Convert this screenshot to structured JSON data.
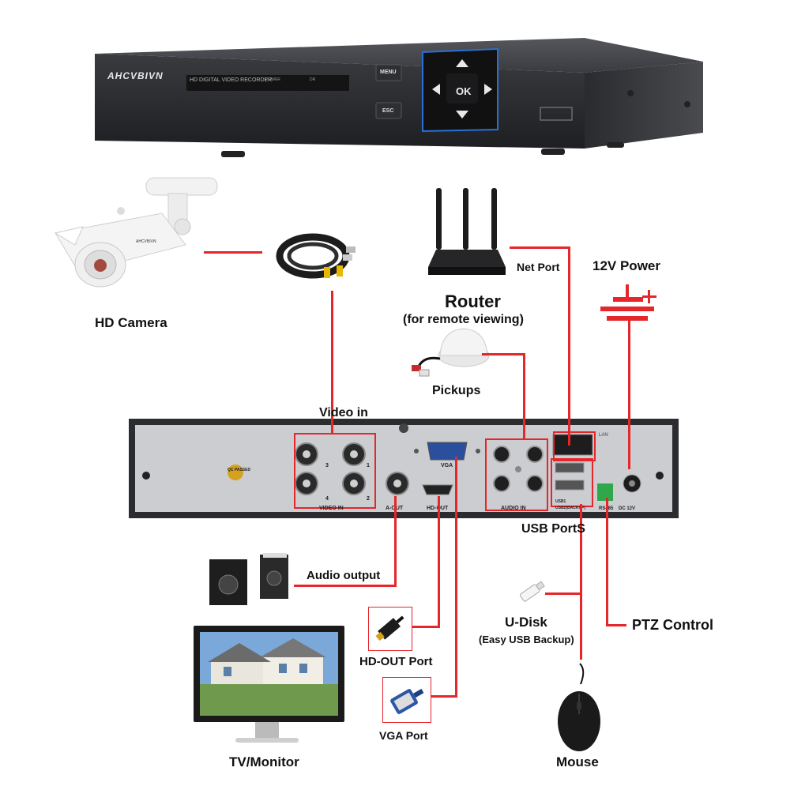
{
  "dvr_front": {
    "brand": "AHCVBIVN",
    "model_text": "HD DIGITAL VIDEO RECORDER",
    "power_text": "POWER",
    "status_text": "DR",
    "menu_button": "MENU",
    "esc_button": "ESC",
    "ok_button": "OK"
  },
  "camera": {
    "brand": "AHCVBIVN"
  },
  "labels": {
    "hd_camera": "HD Camera",
    "net_port": "Net Port",
    "power_12v": "12V Power",
    "router": "Router",
    "router_sub": "(for remote viewing)",
    "pickups": "Pickups",
    "video_in": "Video in",
    "usb_ports": "USB PortS",
    "audio_output": "Audio output",
    "u_disk": "U-Disk",
    "u_disk_sub": "(Easy USB Backup)",
    "ptz_control": "PTZ Control",
    "hd_out_port": "HD-OUT Port",
    "vga_port": "VGA Port",
    "tv_monitor": "TV/Monitor",
    "mouse": "Mouse"
  },
  "dvr_rear": {
    "video_in": "VIDEO IN",
    "a_out": "A-OUT",
    "vga": "VGA",
    "hd_out": "HD-OUT",
    "audio_in": "AUDIO IN",
    "lan": "LAN",
    "usb1": "USB1",
    "usb2": "USB2(BACKUP)",
    "rs485": "RS485",
    "dc12v": "DC 12V",
    "qc_badge": "QC PASSED",
    "port_numbers": {
      "p3": "3",
      "p1": "1",
      "p4": "4",
      "p2": "2"
    }
  },
  "colors": {
    "wire": "#e5262a",
    "dvr_body": "#2b2c30",
    "rear_panel": "#c9cbcf"
  }
}
